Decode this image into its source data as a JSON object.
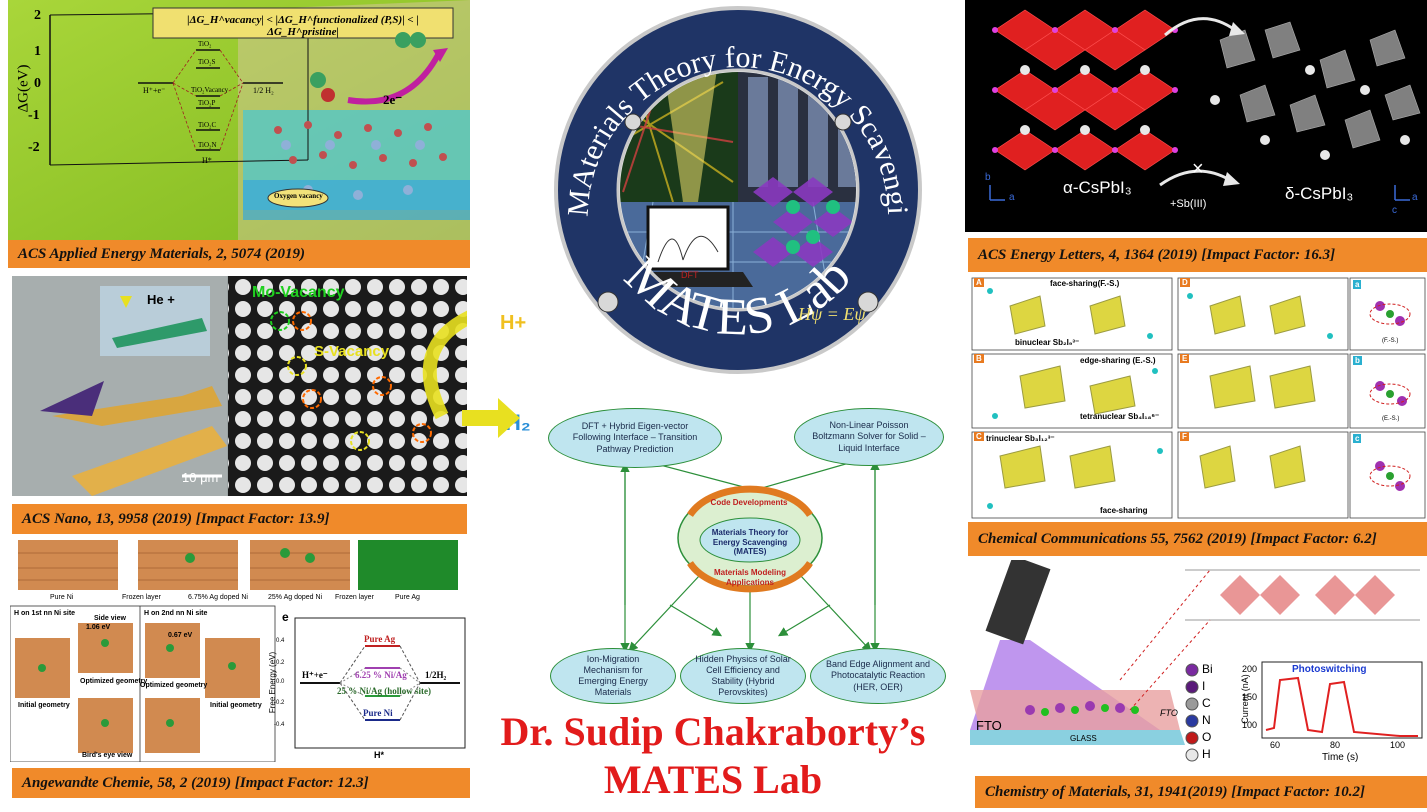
{
  "captions": {
    "top_left": "ACS Applied Energy Materials, 2, 5074 (2019)",
    "mid_left": "ACS Nano, 13, 9958 (2019) [Impact Factor: 13.9]",
    "bottom_left": "Angewandte Chemie, 58, 2 (2019) [Impact Factor: 12.3]",
    "top_right": "ACS Energy Letters, 4, 1364 (2019) [Impact Factor: 16.3]",
    "mid_right": "Chemical Communications 55, 7562 (2019) [Impact Factor: 6.2]",
    "bottom_right": "Chemistry of  Materials, 31, 1941(2019) [Impact Factor: 10.2]"
  },
  "panel_tl": {
    "ylabel": "ΔG(eV)",
    "ticks": [
      "2",
      "1",
      "0",
      "-1",
      "-2"
    ],
    "formula": "|ΔG_H^vacancy| < |ΔG_H^functionalized (P,S)| < |ΔG_H^pristine|",
    "levels": [
      "TiO₂",
      "TiO₂S",
      "TiO₂Vacancy",
      "TiO₂P",
      "TiO₂C",
      "TiO₂N"
    ],
    "h_label": "H⁺+e⁻",
    "half_h2": "1/2 H₂",
    "hstar": "H*",
    "two_e": "2e⁻",
    "oxygen_vacancy": "Oxygen vacancy"
  },
  "panel_ml": {
    "he": "He +",
    "mo_vacancy": "Mo-Vacancy",
    "s_vacancy": "S-Vacancy",
    "scale": "10 μm",
    "h_plus": "H+",
    "h2": "H₂"
  },
  "panel_bl": {
    "structures": [
      "Pure Ni",
      "Frozen layer",
      "6.75% Ag doped Ni",
      "25% Ag doped Ni",
      "Frozen layer",
      "Pure Ag"
    ],
    "geo_left_title": "H on 1st nn Ni site",
    "geo_right_title": "H on 2nd nn Ni site",
    "side_view": "Side view",
    "e1": "1.06 eV",
    "e2": "0.67 eV",
    "optimized": "Optimized geometry",
    "initial": "Initial geometry",
    "birds": "Bird's eye view",
    "panel_letter": "e",
    "ylabel": "Free Energy (eV)",
    "xlabel": "H*",
    "h_label": "H⁺+e⁻",
    "half_h2": "1/2H₂",
    "lines": [
      "Pure Ag",
      "6.25 % Ni/Ag",
      "25 % Ni/Ag (hollow site)",
      "Pure Ni"
    ],
    "yticks": [
      "0.4",
      "0.2",
      "0.0",
      "-0.2",
      "-0.4"
    ]
  },
  "logo": {
    "ring_text": "MAterials Theory for Energy Scavenging",
    "lab": "MATES Lab",
    "equation": "Hψ = Eψ",
    "dft": "DFT"
  },
  "diagram": {
    "top_left": "DFT + Hybrid Eigen-vector Following Interface – Transition Pathway Prediction",
    "top_right": "Non-Linear Poisson Boltzmann Solver for Solid – Liquid Interface",
    "code": "Code Developments",
    "center": "Materials Theory for Energy Scavenging (MATES)",
    "modeling": "Materials Modeling Applications",
    "b1": "Ion-Migration Mechanism for Emerging Energy Materials",
    "b2": "Hidden Physics of Solar Cell Efficiency and Stability (Hybrid Perovskites)",
    "b3": "Band Edge Alignment and Photocatalytic Reaction (HER, OER)"
  },
  "title": {
    "line1": "Dr. Sudip Chakraborty’s",
    "line2": "MATES Lab"
  },
  "panel_tr": {
    "alpha": "α-CsPbI₃",
    "delta": "δ-CsPbI₃",
    "sb": "+Sb(III)",
    "cross": "×",
    "axis_b": "b",
    "axis_a": "a",
    "axis_c": "c"
  },
  "panel_mr": {
    "letters": [
      "A",
      "B",
      "C",
      "D",
      "E",
      "F",
      "a",
      "b",
      "c"
    ],
    "face_sharing": "face-sharing(F.-S.)",
    "binuclear": "binuclear Sb₂I₉³⁻",
    "edge_sharing": "edge-sharing (E.-S.)",
    "tetranuclear": "tetranuclear Sb₄I₁₈⁶⁻",
    "trinuclear": "trinuclear Sb₃I₁₂³⁻",
    "face_sharing2": "face-sharing",
    "fs_short": "(F.-S.)",
    "es_short": "(E.-S.)"
  },
  "panel_br": {
    "fto_left": "FTO",
    "fto_right": "FTO",
    "glass": "GLASS",
    "legend": [
      "Bi",
      "I",
      "C",
      "N",
      "O",
      "H"
    ],
    "legend_colors": [
      "#7a2aa0",
      "#5a1a7a",
      "#9a9a9a",
      "#2a3aa0",
      "#c01a1a",
      "#e8e8e8"
    ],
    "plot_title": "Photoswitching",
    "ylabel": "Current (nA)",
    "xlabel": "Time (s)",
    "yticks": [
      "200",
      "150",
      "100"
    ],
    "xticks": [
      "60",
      "80",
      "100"
    ]
  },
  "colors": {
    "caption_bg": "#f08a2a",
    "title_red": "#e21b1b",
    "logo_navy": "#1f3466",
    "node_fill": "#bfe5ef",
    "arrow_green": "#2c8f3a"
  }
}
